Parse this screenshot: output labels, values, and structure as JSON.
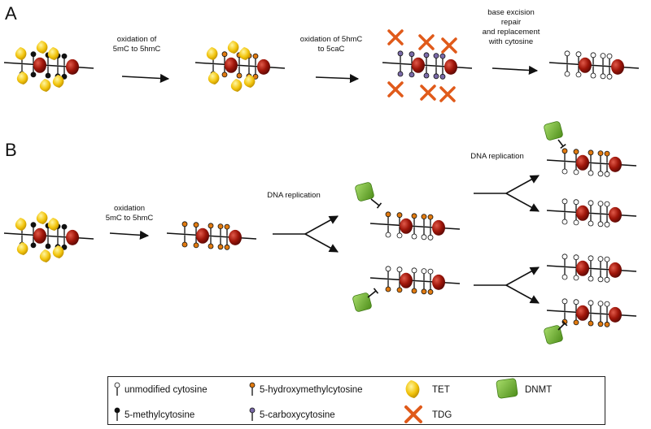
{
  "panels": {
    "a": "A",
    "b": "B"
  },
  "steps": {
    "a1": [
      "oxidation of",
      "5mC to 5hmC"
    ],
    "a2": [
      "oxidation of 5hmC",
      "to 5caC"
    ],
    "a3": [
      "base excision",
      "repair",
      "and replacement",
      "with cytosine"
    ],
    "b1": [
      "oxidation",
      "5mC to 5hmC"
    ],
    "b2": "DNA replication",
    "b3": "DNA replication"
  },
  "legend": {
    "unmodified": "unmodified cytosine",
    "methyl": "5-methylcytosine",
    "hydroxymethyl": "5-hydroxymethylcytosine",
    "carboxy": "5-carboxycytosine",
    "tet": "TET",
    "tdg": "TDG",
    "dnmt": "DNMT"
  },
  "colors": {
    "nucleosome": "#a0160a",
    "unmodified": "#ffffff",
    "methyl": "#111111",
    "hydroxymethyl": "#e07a10",
    "carboxy": "#7a6aa8",
    "tet": "#f2c40c",
    "tdg": "#e05a1a",
    "dnmt": "#6fb52c"
  },
  "icons": [
    "tet-icon",
    "tdg-icon",
    "dnmt-icon",
    "nucleosome-icon",
    "lollipop-icon",
    "arrow-icon"
  ]
}
